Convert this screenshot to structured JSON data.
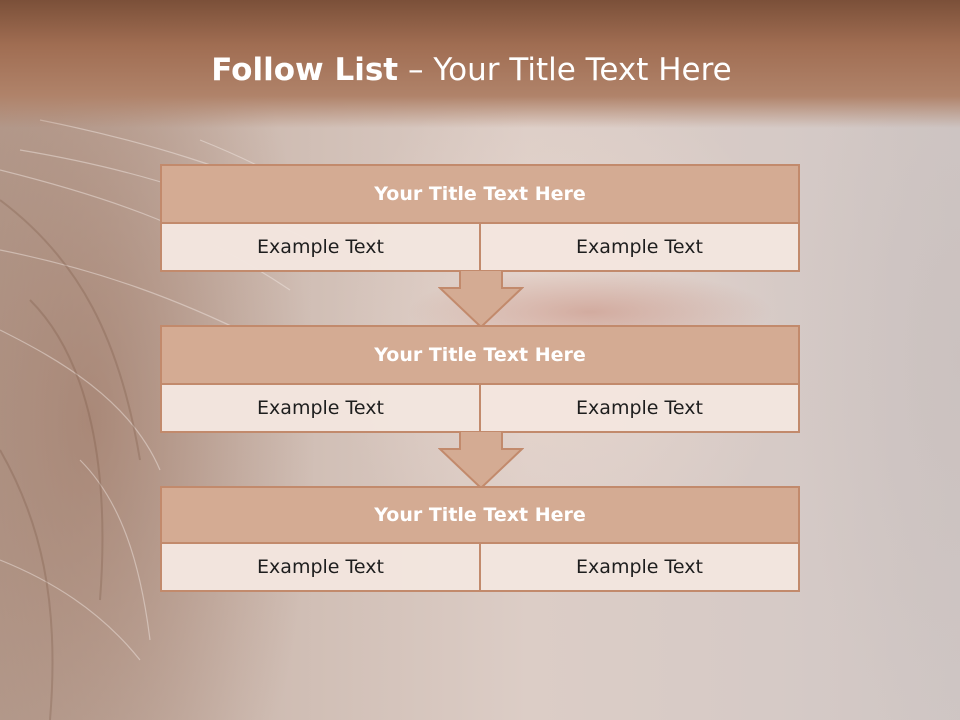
{
  "title": {
    "bold": "Follow List",
    "rest": " – Your Title Text Here"
  },
  "blocks": [
    {
      "title": "Your Title Text Here",
      "left": "Example Text",
      "right": "Example Text"
    },
    {
      "title": "Your Title Text Here",
      "left": "Example Text",
      "right": "Example Text"
    },
    {
      "title": "Your Title Text Here",
      "left": "Example Text",
      "right": "Example Text"
    }
  ],
  "colors": {
    "header": "#9c6b50",
    "block_title_fill": "#d4ab93",
    "border": "#c28a6c",
    "cell_fill": "#f2e5de"
  }
}
